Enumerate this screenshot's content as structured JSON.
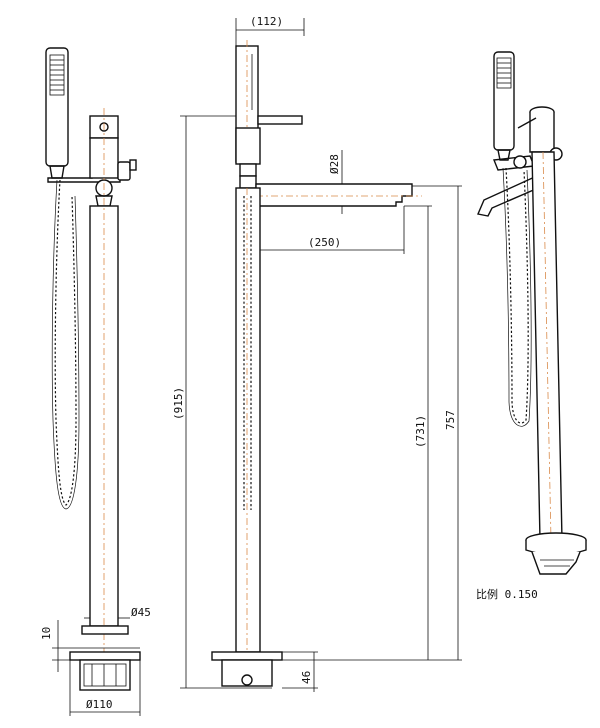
{
  "dimensions": {
    "top_width": "(112)",
    "pipe_dia": "28",
    "spout_reach": "(250)",
    "overall_height": "(915)",
    "spout_height": "(731)",
    "total_height": "757",
    "floor_height": "46",
    "stem_dia": "45",
    "base_thickness": "10",
    "base_dia": "110",
    "diameter_symbol": "Ø"
  },
  "scale_note": "比例 0.150"
}
